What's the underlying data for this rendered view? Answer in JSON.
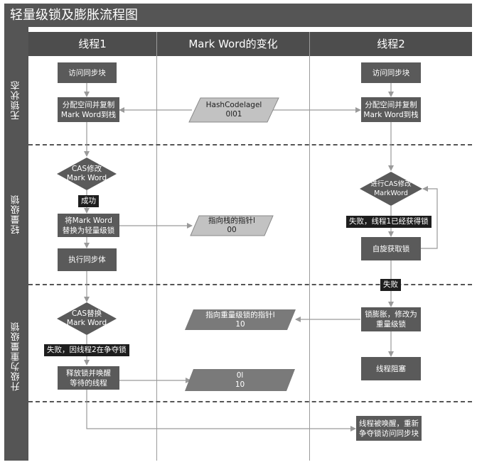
{
  "title": "轻量级锁及膨胀流程图",
  "columns": {
    "thread1": "线程1",
    "markword": "Mark Word的变化",
    "thread2": "线程2"
  },
  "rows": {
    "lock_free": "无锁状态",
    "lightweight": "轻量级锁",
    "upgrade": "升级为重量级锁"
  },
  "thread1": {
    "access_sync": "访问同步块",
    "alloc_copy_l1": "分配空间并复制",
    "alloc_copy_l2": "Mark Word到栈",
    "cas_modify_l1": "CAS修改",
    "cas_modify_l2": "Mark Word",
    "success": "成功",
    "replace_l1": "将Mark Word",
    "replace_l2": "替换为轻量级锁",
    "exec_sync": "执行同步体",
    "cas_replace_l1": "CAS替换",
    "cas_replace_l2": "Mark Word",
    "fail_contend": "失败，因线程2在争夺锁",
    "release_l1": "释放锁并唤醒",
    "release_l2": "等待的线程"
  },
  "markword": {
    "hash_l1": "HashCodelagel",
    "hash_l2": "0l01",
    "stack_ptr_l1": "指向栈的指针l",
    "stack_ptr_l2": "00",
    "heavy_ptr_l1": "指向重量级锁的指针l",
    "heavy_ptr_l2": "10",
    "final_l1": "0l",
    "final_l2": "10"
  },
  "thread2": {
    "access_sync": "访问同步块",
    "alloc_copy_l1": "分配空间并复制",
    "alloc_copy_l2": "Mark Word到栈",
    "cas_try_l1": "进行CAS修改",
    "cas_try_l2": "MarkWord",
    "fail_acquired": "失败，线程1已经获得锁",
    "spin": "自旋获取锁",
    "fail": "失败",
    "inflate_l1": "锁膨胀，修改为",
    "inflate_l2": "重量级锁",
    "blocked": "线程阻塞",
    "woken_l1": "线程被唤醒，重新",
    "woken_l2": "争夺锁访问同步块"
  },
  "colors": {
    "frame": "#555555",
    "box": "#5a5a5a",
    "tag": "#1e1e1e",
    "parallelogram_light": "#c2c2c2",
    "parallelogram_dark": "#7a7a7a",
    "arrow": "#9a9a9a"
  }
}
